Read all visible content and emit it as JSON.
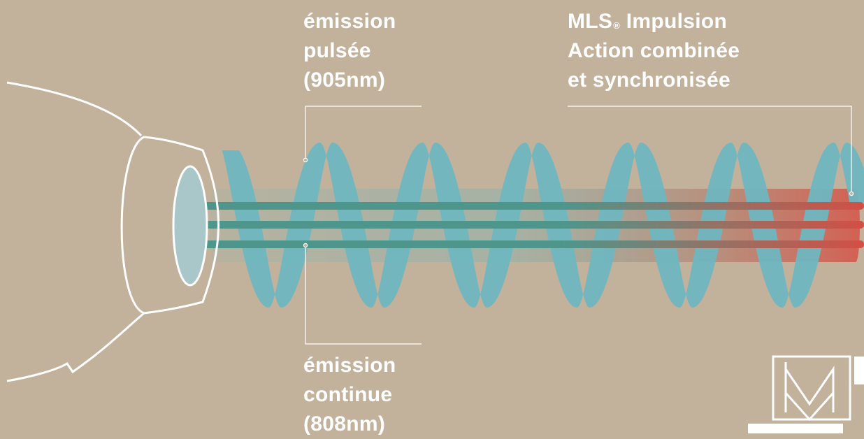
{
  "labels": {
    "pulsed": [
      "émission",
      "pulsée",
      "(905nm)"
    ],
    "continuous": [
      "émission",
      "continue",
      "(808nm)"
    ],
    "mls": {
      "brand": "MLS",
      "reg_mark": "®",
      "line1_rest": " Impulsion",
      "line2": "Action combinée",
      "line3": "et synchronisée"
    }
  },
  "colors": {
    "background": "#c2b29c",
    "pulsed_wave": "#6fb6c0",
    "continuous_beam": "#4e968c",
    "mls_beam_start": "#7fb4b4",
    "mls_beam_end": "#d55a4c",
    "outline": "#ffffff"
  },
  "icons": {
    "device": "laser-handpiece-outline",
    "logo": "company-logo-mark"
  }
}
